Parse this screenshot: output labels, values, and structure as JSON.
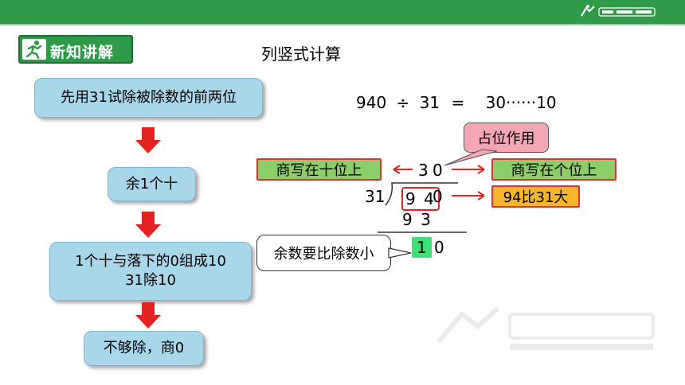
{
  "header": {
    "section_label": "新知讲解"
  },
  "title": "列竖式计算",
  "equation": {
    "dividend": "940",
    "op": "÷",
    "divisor": "31",
    "eq": "=",
    "result": "30······10"
  },
  "steps": [
    {
      "text": "先用31试除被除数的前两位"
    },
    {
      "text": "余1个十"
    },
    {
      "text": "1个十与落下的0组成10\n31除10"
    },
    {
      "text": "不够除，商0"
    }
  ],
  "division": {
    "quotient_tens": "3",
    "quotient_ones": "0",
    "divisor": "31",
    "dividend_first_two": "9 4",
    "dividend_last": "0",
    "product": "9 3",
    "remainder_tens": "1",
    "remainder_ones": "0"
  },
  "callouts": {
    "placeholder": "占位作用",
    "tens_place": "商写在十位上",
    "ones_place": "商写在个位上",
    "compare": "94比31大",
    "remainder_rule": "余数要比除数小"
  },
  "colors": {
    "header_green": "#2f9a47",
    "step_blue": "#a8d6ea",
    "arrow_red": "#e32222",
    "label_green": "#8ccf6a",
    "label_orange": "#f7b52c",
    "callout_pink": "#f4a6b4",
    "remainder_highlight": "#3fe07a"
  }
}
